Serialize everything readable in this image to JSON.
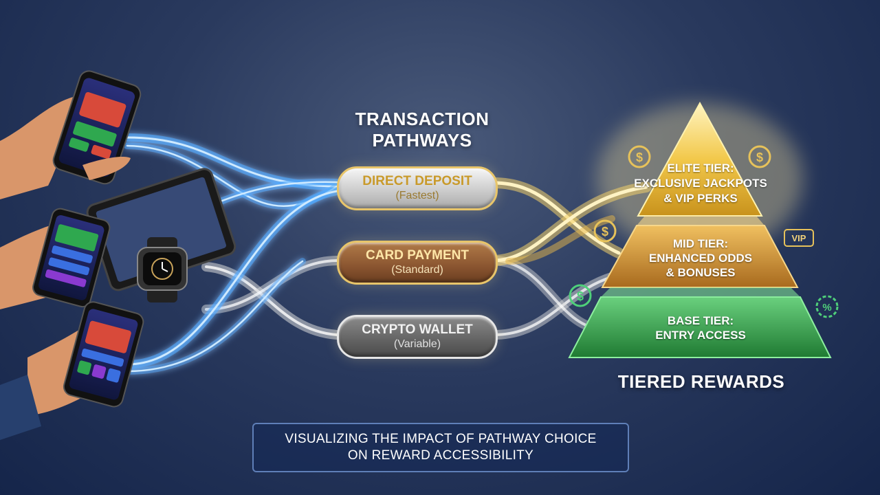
{
  "title": {
    "line1": "TRANSACTION",
    "line2": "PATHWAYS"
  },
  "pathways": [
    {
      "label": "DIRECT DEPOSIT",
      "detail": "(Fastest)"
    },
    {
      "label": "CARD PAYMENT",
      "detail": "(Standard)"
    },
    {
      "label": "CRYPTO WALLET",
      "detail": "(Variable)"
    }
  ],
  "tiers": {
    "elite": {
      "line1": "ELITE TIER:",
      "line2": "EXCLUSIVE JACKPOTS",
      "line3": "& VIP PERKS"
    },
    "mid": {
      "line1": "MID TIER:",
      "line2": "ENHANCED ODDS",
      "line3": "& BONUSES"
    },
    "base": {
      "line1": "BASE TIER:",
      "line2": "ENTRY ACCESS"
    }
  },
  "rewards_title": "TIERED REWARDS",
  "badge_vip": "VIP",
  "caption": {
    "line1": "VISUALIZING THE IMPACT OF PATHWAY CHOICE",
    "line2": "ON REWARD ACCESSIBILITY"
  },
  "icons": [
    "dollar-coin-icon",
    "vip-badge-icon",
    "discount-icon",
    "phone-icon",
    "tablet-icon",
    "smartwatch-icon",
    "hand-icon"
  ],
  "colors": {
    "blue_stream": "#4aa8ff",
    "gold_stream": "#f2cf6a",
    "silver_stream": "#d8d8d8",
    "elite": "#f6d35c",
    "mid": "#d9a23c",
    "base": "#37b24d"
  }
}
